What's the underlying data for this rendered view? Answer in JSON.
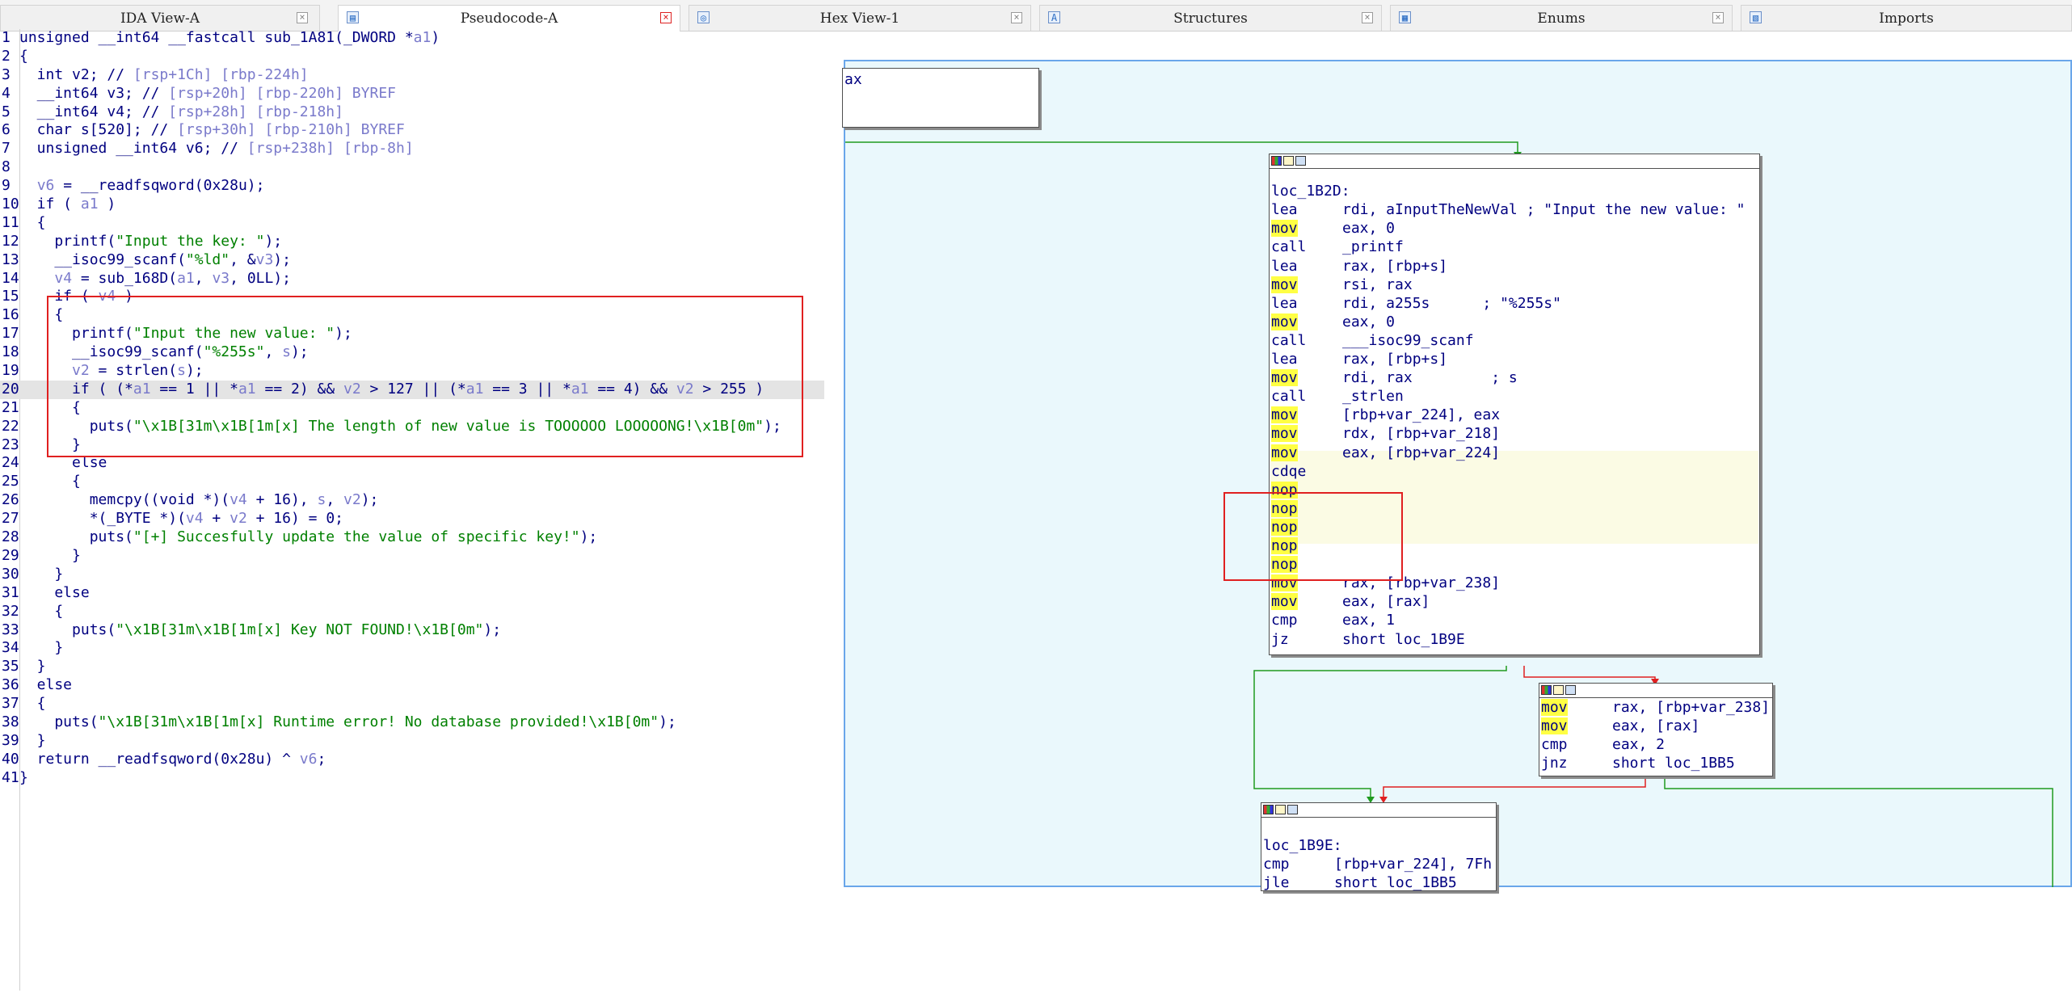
{
  "tabs": [
    {
      "label": "IDA View-A",
      "icon": "listing-icon",
      "active": false
    },
    {
      "label": "Pseudocode-A",
      "icon": "pseudocode-icon",
      "active": true
    },
    {
      "label": "Hex View-1",
      "icon": "hex-icon",
      "active": false
    },
    {
      "label": "Structures",
      "icon": "structures-icon",
      "active": false
    },
    {
      "label": "Enums",
      "icon": "enums-icon",
      "active": false
    },
    {
      "label": "Imports",
      "icon": "imports-icon",
      "active": false
    }
  ],
  "pseudocode": {
    "lines": [
      {
        "num": "1",
        "text": "unsigned __int64 __fastcall sub_1A81(_DWORD *a1)"
      },
      {
        "num": "2",
        "text": "{"
      },
      {
        "num": "3",
        "text": "  int v2; // [rsp+1Ch] [rbp-224h]"
      },
      {
        "num": "4",
        "text": "  __int64 v3; // [rsp+20h] [rbp-220h] BYREF"
      },
      {
        "num": "5",
        "text": "  __int64 v4; // [rsp+28h] [rbp-218h]"
      },
      {
        "num": "6",
        "text": "  char s[520]; // [rsp+30h] [rbp-210h] BYREF"
      },
      {
        "num": "7",
        "text": "  unsigned __int64 v6; // [rsp+238h] [rbp-8h]"
      },
      {
        "num": "8",
        "text": ""
      },
      {
        "num": "9",
        "text": "  v6 = __readfsqword(0x28u);"
      },
      {
        "num": "10",
        "text": "  if ( a1 )"
      },
      {
        "num": "11",
        "text": "  {"
      },
      {
        "num": "12",
        "text": "    printf(\"Input the key: \");"
      },
      {
        "num": "13",
        "text": "    __isoc99_scanf(\"%ld\", &v3);"
      },
      {
        "num": "14",
        "text": "    v4 = sub_168D(a1, v3, 0LL);"
      },
      {
        "num": "15",
        "text": "    if ( v4 )"
      },
      {
        "num": "16",
        "text": "    {"
      },
      {
        "num": "17",
        "text": "      printf(\"Input the new value: \");"
      },
      {
        "num": "18",
        "text": "      __isoc99_scanf(\"%255s\", s);"
      },
      {
        "num": "19",
        "text": "      v2 = strlen(s);"
      },
      {
        "num": "20",
        "text": "      if ( (*a1 == 1 || *a1 == 2) && v2 > 127 || (*a1 == 3 || *a1 == 4) && v2 > 255 )"
      },
      {
        "num": "21",
        "text": "      {"
      },
      {
        "num": "22",
        "text": "        puts(\"\\x1B[31m\\x1B[1m[x] The length of new value is TOOOOOO LOOOOONG!\\x1B[0m\");"
      },
      {
        "num": "23",
        "text": "      }"
      },
      {
        "num": "24",
        "text": "      else"
      },
      {
        "num": "25",
        "text": "      {"
      },
      {
        "num": "26",
        "text": "        memcpy((void *)(v4 + 16), s, v2);"
      },
      {
        "num": "27",
        "text": "        *(_BYTE *)(v4 + v2 + 16) = 0;"
      },
      {
        "num": "28",
        "text": "        puts(\"[+] Succesfully update the value of specific key!\");"
      },
      {
        "num": "29",
        "text": "      }"
      },
      {
        "num": "30",
        "text": "    }"
      },
      {
        "num": "31",
        "text": "    else"
      },
      {
        "num": "32",
        "text": "    {"
      },
      {
        "num": "33",
        "text": "      puts(\"\\x1B[31m\\x1B[1m[x] Key NOT FOUND!\\x1B[0m\");"
      },
      {
        "num": "34",
        "text": "    }"
      },
      {
        "num": "35",
        "text": "  }"
      },
      {
        "num": "36",
        "text": "  else"
      },
      {
        "num": "37",
        "text": "  {"
      },
      {
        "num": "38",
        "text": "    puts(\"\\x1B[31m\\x1B[1m[x] Runtime error! No database provided!\\x1B[0m\");"
      },
      {
        "num": "39",
        "text": "  }"
      },
      {
        "num": "40",
        "text": "  return __readfsqword(0x28u) ^ v6;"
      },
      {
        "num": "41",
        "text": "}"
      }
    ],
    "highlighted_line": "20"
  },
  "graph": {
    "top_node": {
      "text": "ax"
    },
    "main_node": {
      "rows": [
        {
          "mn": "",
          "op": ""
        },
        {
          "mn": "loc_1B2D:",
          "op": ""
        },
        {
          "mn": "lea",
          "op": "rdi, aInputTheNewVal ; \"Input the new value: \""
        },
        {
          "mn": "mov",
          "op": "eax, 0"
        },
        {
          "mn": "call",
          "op": "_printf"
        },
        {
          "mn": "lea",
          "op": "rax, [rbp+s]"
        },
        {
          "mn": "mov",
          "op": "rsi, rax"
        },
        {
          "mn": "lea",
          "op": "rdi, a255s      ; \"%255s\""
        },
        {
          "mn": "mov",
          "op": "eax, 0"
        },
        {
          "mn": "call",
          "op": "___isoc99_scanf"
        },
        {
          "mn": "lea",
          "op": "rax, [rbp+s]"
        },
        {
          "mn": "mov",
          "op": "rdi, rax         ; s"
        },
        {
          "mn": "call",
          "op": "_strlen"
        },
        {
          "mn": "mov",
          "op": "[rbp+var_224], eax"
        },
        {
          "mn": "mov",
          "op": "rdx, [rbp+var_218]"
        },
        {
          "mn": "mov",
          "op": "eax, [rbp+var_224]"
        },
        {
          "mn": "cdqe",
          "op": ""
        },
        {
          "mn": "nop",
          "op": ""
        },
        {
          "mn": "nop",
          "op": ""
        },
        {
          "mn": "nop",
          "op": ""
        },
        {
          "mn": "nop",
          "op": ""
        },
        {
          "mn": "nop",
          "op": ""
        },
        {
          "mn": "mov",
          "op": "rax, [rbp+var_238]"
        },
        {
          "mn": "mov",
          "op": "eax, [rax]"
        },
        {
          "mn": "cmp",
          "op": "eax, 1"
        },
        {
          "mn": "jz",
          "op": "short loc_1B9E"
        }
      ]
    },
    "right_node": {
      "rows": [
        {
          "mn": "mov",
          "op": "rax, [rbp+var_238]"
        },
        {
          "mn": "mov",
          "op": "eax, [rax]"
        },
        {
          "mn": "cmp",
          "op": "eax, 2"
        },
        {
          "mn": "jnz",
          "op": "short loc_1BB5"
        }
      ]
    },
    "bottom_node": {
      "rows": [
        {
          "mn": "",
          "op": ""
        },
        {
          "mn": "loc_1B9E:",
          "op": ""
        },
        {
          "mn": "cmp",
          "op": "[rbp+var_224], 7Fh"
        },
        {
          "mn": "jle",
          "op": "short loc_1BB5"
        }
      ]
    }
  },
  "colors": {
    "accent_border": "#6aa6ea",
    "highlight_mnemonic": "#ffff44",
    "annotation_red": "#e02020",
    "edge_green": "#1f9a1f",
    "edge_red": "#e02020"
  }
}
